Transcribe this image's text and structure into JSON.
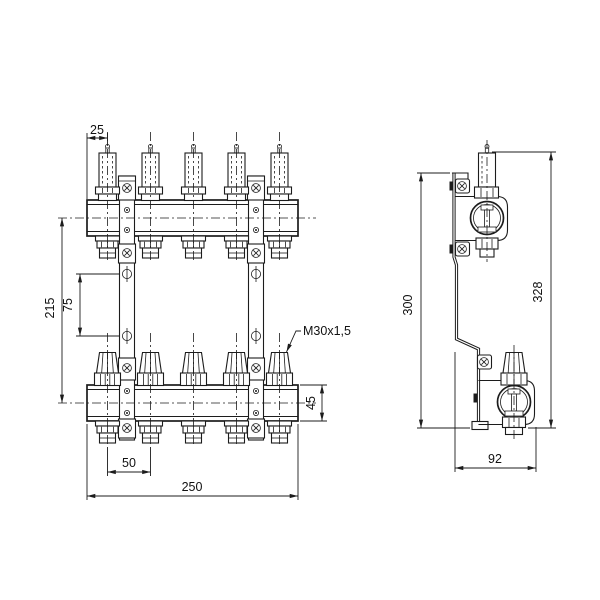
{
  "drawing": {
    "type": "technical-drawing",
    "subject": "5-outlet floor-heating manifold with flow meters, front and side views",
    "outlets_count": 5,
    "colors": {
      "line": "#1c1c1c",
      "background": "#ffffff"
    },
    "front_view": {
      "dims": {
        "first_outlet_offset": "25",
        "bar_axis_spacing": "215",
        "bracket_hole_spacing": "75",
        "outlet_spacing": "50",
        "total_width": "250",
        "bar_height": "45"
      },
      "thread_label": "M30x1,5"
    },
    "side_view": {
      "dims": {
        "bracket_height": "300",
        "total_height": "328",
        "depth": "92"
      }
    }
  }
}
